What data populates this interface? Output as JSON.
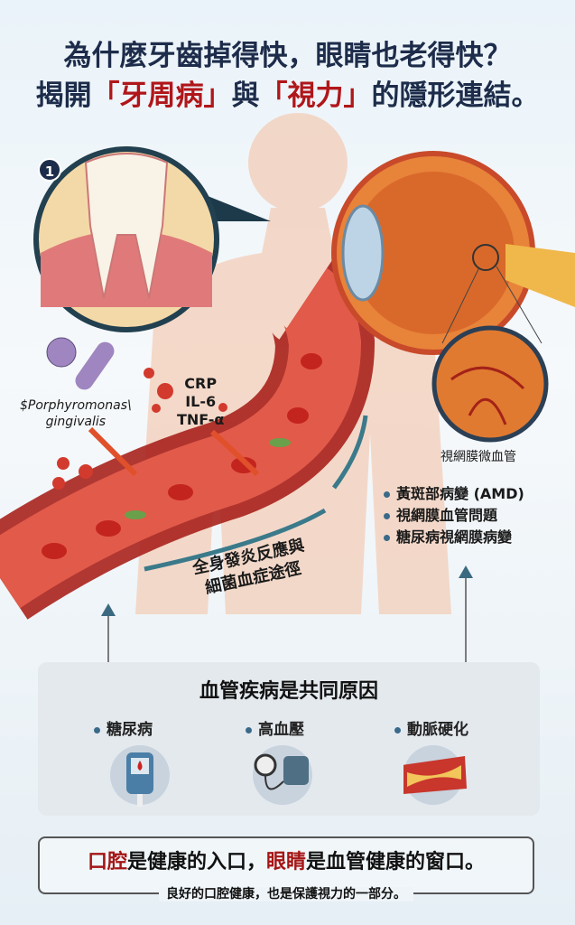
{
  "title": {
    "line1": "為什麼牙齒掉得快，眼睛也老得快？",
    "line2_pre": "揭開",
    "line2_red1": "「牙周病」",
    "line2_mid": "與",
    "line2_red2": "「視力」",
    "line2_post": "的隱形連結。"
  },
  "step_badge": "1",
  "bacteria_label": {
    "line1": "$Porphyromonas\\",
    "line2": "gingivalis"
  },
  "cytokines": [
    "CRP",
    "IL-6",
    "TNF-α"
  ],
  "retina_label": "視網膜微血管",
  "eye_conditions": [
    "黃斑部病變 (AMD)",
    "視網膜血管問題",
    "糖尿病視網膜病變"
  ],
  "pathway_label": {
    "line1": "全身發炎反應與",
    "line2": "細菌血症途徑"
  },
  "causes": {
    "title": "血管疾病是共同原因",
    "items": [
      {
        "label": "糖尿病",
        "icon": "glucose-meter-icon"
      },
      {
        "label": "高血壓",
        "icon": "blood-pressure-monitor-icon"
      },
      {
        "label": "動脈硬化",
        "icon": "clogged-artery-icon"
      }
    ]
  },
  "footer": {
    "red1": "口腔",
    "t1": "是健康的入口，",
    "red2": "眼睛",
    "t2": "是血管健康的窗口。",
    "sub": "良好的口腔健康，也是保護視力的一部分。"
  },
  "colors": {
    "title": "#1d2c4a",
    "accent_red": "#b0161a",
    "vessel": "#c8362c",
    "body": "#f3cdb8"
  }
}
